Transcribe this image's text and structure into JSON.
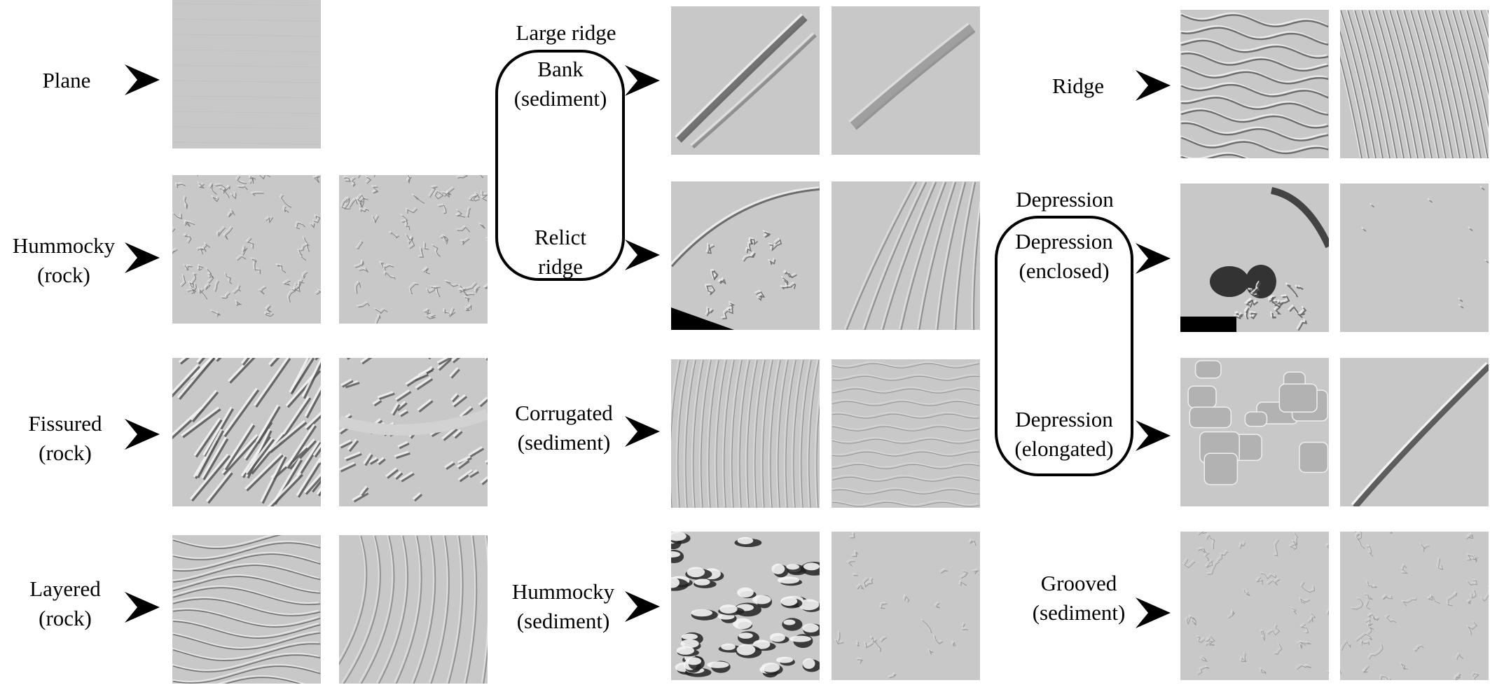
{
  "labels": {
    "plane": "Plane",
    "hummocky_rock": [
      "Hummocky",
      "(rock)"
    ],
    "fissured_rock": [
      "Fissured",
      "(rock)"
    ],
    "layered_rock": [
      "Layered",
      "(rock)"
    ],
    "large_ridge_group": "Large ridge",
    "bank_sediment": [
      "Bank",
      "(sediment)"
    ],
    "relict_ridge": [
      "Relict",
      "ridge"
    ],
    "corrugated_sediment": [
      "Corrugated",
      "(sediment)"
    ],
    "hummocky_sediment": [
      "Hummocky",
      "(sediment)"
    ],
    "ridge": "Ridge",
    "depression_group": "Depression",
    "depression_enclosed": [
      "Depression",
      "(enclosed)"
    ],
    "depression_elongated": [
      "Depression",
      "(elongated)"
    ],
    "grooved_sediment": [
      "Grooved",
      "(sediment)"
    ]
  },
  "tiles": {
    "plane": "plane",
    "hummocky_rock": [
      "hummocky",
      "hummocky"
    ],
    "fissured_rock": [
      "fissured",
      "fissured-blocks"
    ],
    "layered_rock": [
      "layered",
      "layered-soft"
    ],
    "bank_sediment": [
      "bank",
      "bank-soft"
    ],
    "relict_ridge": [
      "relict",
      "relict-soft"
    ],
    "corrugated_sediment": [
      "corrugated",
      "corrugated-soft"
    ],
    "hummocky_sediment": [
      "dunes",
      "dunes-soft"
    ],
    "ridge": [
      "ridges",
      "ridges-dense"
    ],
    "depression_enclosed": [
      "enclosed",
      "enclosed-soft"
    ],
    "depression_elongated": [
      "elongated-blocks",
      "elongated-channel"
    ],
    "grooved_sediment": [
      "grooved",
      "grooved"
    ]
  },
  "colors": {
    "tile_base": "#c8c8c8",
    "text": "#000000",
    "arrow": "#000000",
    "background": "#ffffff"
  }
}
